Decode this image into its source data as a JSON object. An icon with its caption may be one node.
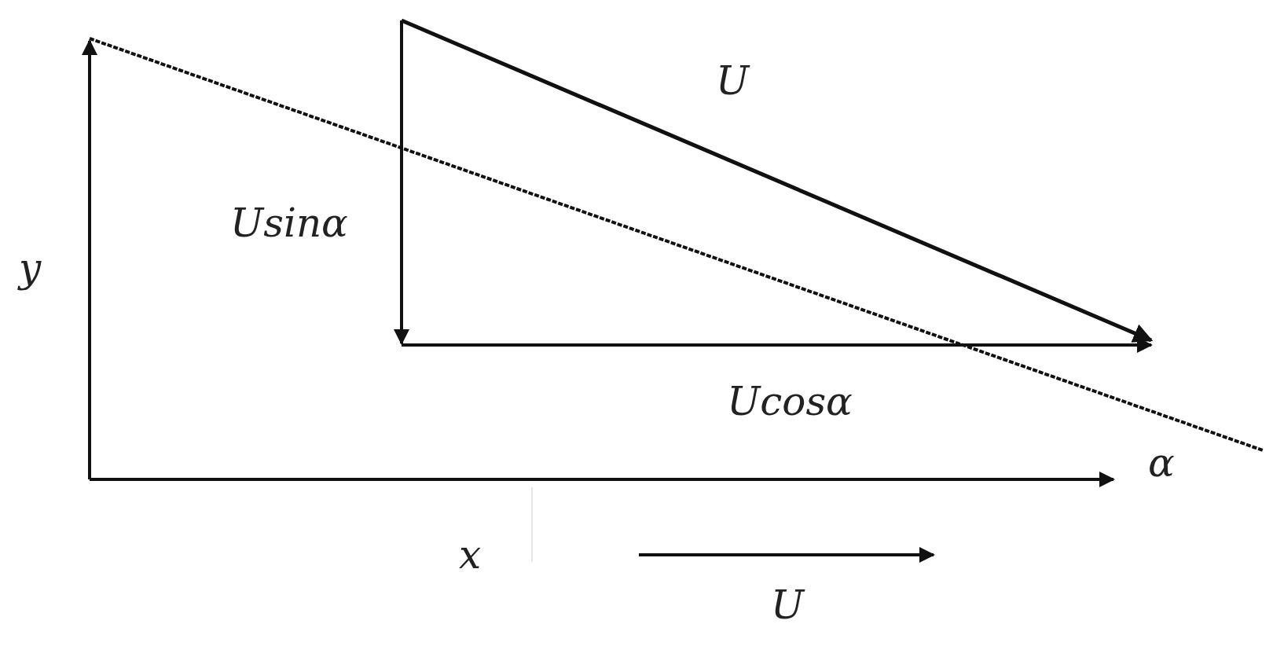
{
  "diagram": {
    "labels": [
      "U",
      "Usinα",
      "y",
      "Ucosα",
      "α",
      "x",
      "U"
    ]
  }
}
